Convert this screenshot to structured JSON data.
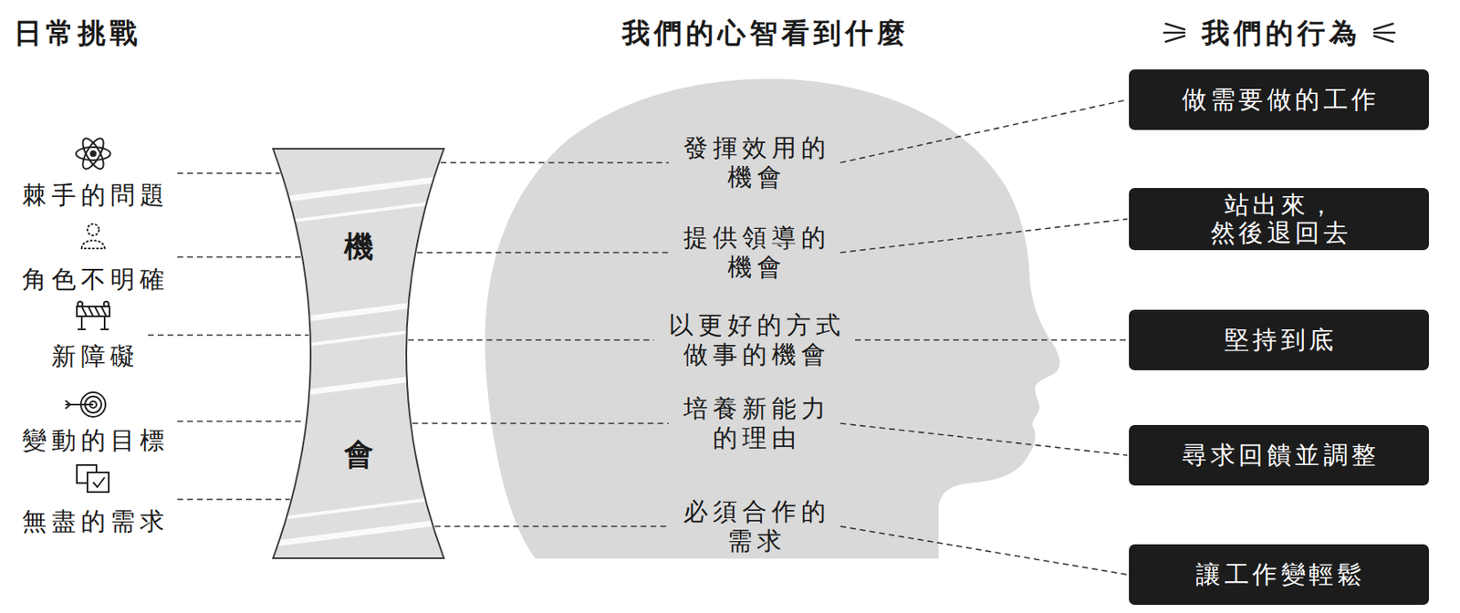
{
  "diagram": {
    "nodes": [
      {
        "text": [
          "棘手的問題"
        ]
      },
      {
        "text": [
          "角色不明確"
        ]
      },
      {
        "text": [
          "新障礙"
        ]
      },
      {
        "text": [
          "變動的目標"
        ]
      },
      {
        "text": [
          "無盡的需求"
        ]
      },
      {
        "text": [
          "機",
          "會"
        ]
      },
      {
        "text": [
          "發揮效用的 機會"
        ]
      },
      {
        "text": [
          "提供領導的 機會"
        ]
      },
      {
        "text": [
          "以更好的方式 做事的機會"
        ]
      },
      {
        "text": [
          "培養新能力 的理由"
        ]
      },
      {
        "text": [
          "必須合作的 需求"
        ]
      },
      {
        "text": [
          "做需要做的工作"
        ]
      },
      {
        "text": [
          "站出來， 然後退回去"
        ]
      },
      {
        "text": [
          "堅持到底"
        ]
      },
      {
        "text": [
          "尋求回饋並調整"
        ]
      },
      {
        "text": [
          "讓工作變輕鬆"
        ]
      }
    ],
    "edges": [
      {
        "from": 0,
        "to": 5,
        "arrow": "none"
      },
      {
        "from": 1,
        "to": 5,
        "arrow": "none"
      },
      {
        "from": 2,
        "to": 5,
        "arrow": "none"
      },
      {
        "from": 3,
        "to": 5,
        "arrow": "none"
      },
      {
        "from": 4,
        "to": 5,
        "arrow": "none"
      },
      {
        "from": 5,
        "to": 6,
        "arrow": "none"
      },
      {
        "from": 5,
        "to": 7,
        "arrow": "none"
      },
      {
        "from": 5,
        "to": 8,
        "arrow": "none"
      },
      {
        "from": 5,
        "to": 9,
        "arrow": "none"
      },
      {
        "from": 5,
        "to": 10,
        "arrow": "none"
      },
      {
        "from": 6,
        "to": 11,
        "arrow": "none"
      },
      {
        "from": 7,
        "to": 12,
        "arrow": "none"
      },
      {
        "from": 8,
        "to": 13,
        "arrow": "none"
      },
      {
        "from": 9,
        "to": 14,
        "arrow": "none"
      },
      {
        "from": 10,
        "to": 15,
        "arrow": "none"
      }
    ],
    "labels": [
      "日常挑戰",
      "我們的心智看到什麼",
      "我們的行為"
    ]
  }
}
